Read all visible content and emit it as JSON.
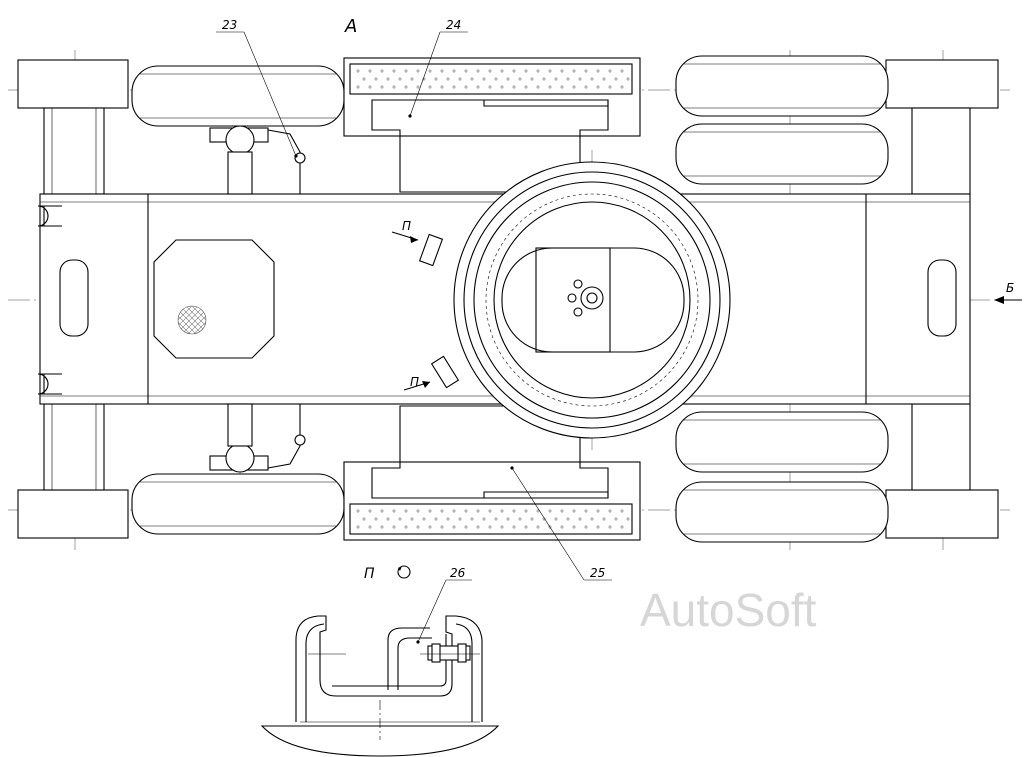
{
  "view_label": "А",
  "arrow_label": "Б",
  "detail_label": "П",
  "callouts": {
    "c23": "23",
    "c24": "24",
    "c25": "25",
    "c26": "26"
  },
  "watermark": "AutoSoft"
}
